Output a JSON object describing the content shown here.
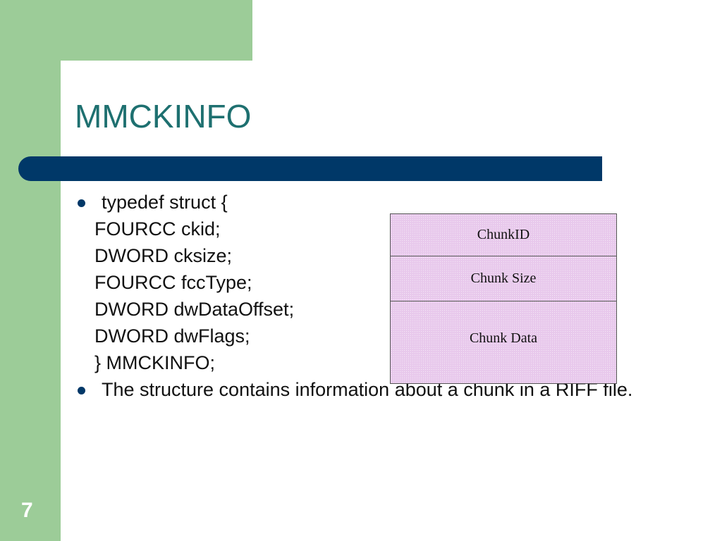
{
  "slide": {
    "title": "MMCKINFO",
    "number": "7"
  },
  "body": {
    "bullet1": "typedef struct {",
    "code_lines": [
      "FOURCC ckid;",
      "DWORD cksize;",
      "FOURCC fccType;",
      "DWORD dwDataOffset;",
      "DWORD dwFlags;",
      "} MMCKINFO;"
    ],
    "bullet2": "The structure contains information about a chunk in a RIFF file."
  },
  "diagram": {
    "rows": [
      "ChunkID",
      "Chunk Size",
      "Chunk Data"
    ]
  },
  "colors": {
    "band_green": "#9ccc98",
    "title_teal": "#1e7070",
    "bar_navy": "#003868",
    "box_pink": "#e8c8ec"
  }
}
